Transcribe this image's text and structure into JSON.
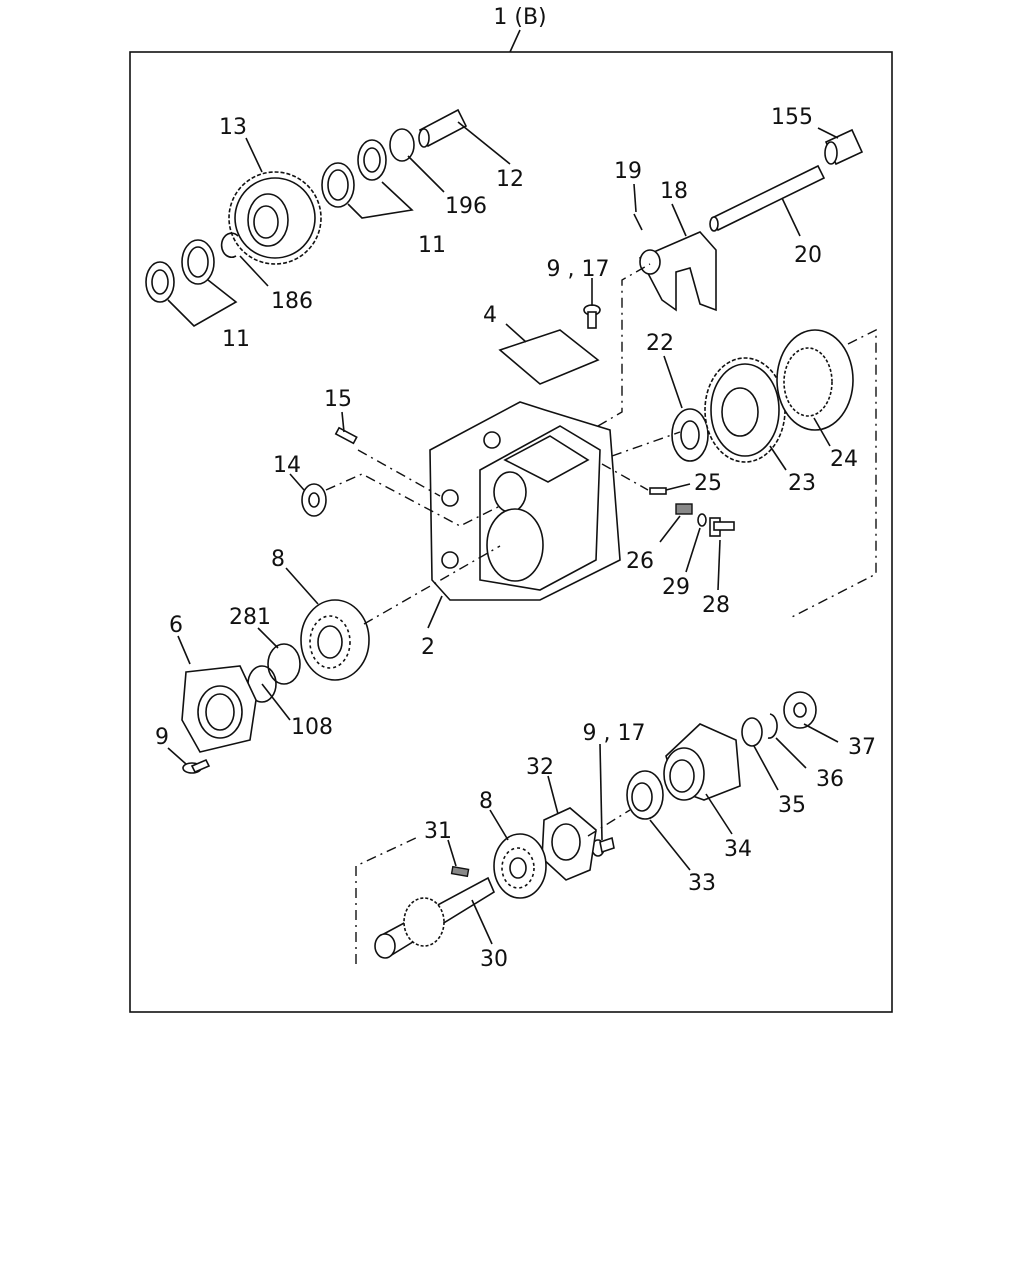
{
  "diagram": {
    "header_label": "1 (B)",
    "callouts": [
      {
        "id": "13",
        "text": "13"
      },
      {
        "id": "12",
        "text": "12"
      },
      {
        "id": "196",
        "text": "196"
      },
      {
        "id": "11a",
        "text": "11"
      },
      {
        "id": "186",
        "text": "186"
      },
      {
        "id": "11b",
        "text": "11"
      },
      {
        "id": "155",
        "text": "155"
      },
      {
        "id": "19",
        "text": "19"
      },
      {
        "id": "18",
        "text": "18"
      },
      {
        "id": "20",
        "text": "20"
      },
      {
        "id": "9_17a",
        "text": "9 , 17"
      },
      {
        "id": "4",
        "text": "4"
      },
      {
        "id": "22",
        "text": "22"
      },
      {
        "id": "15",
        "text": "15"
      },
      {
        "id": "14",
        "text": "14"
      },
      {
        "id": "24",
        "text": "24"
      },
      {
        "id": "23",
        "text": "23"
      },
      {
        "id": "25",
        "text": "25"
      },
      {
        "id": "26",
        "text": "26"
      },
      {
        "id": "29",
        "text": "29"
      },
      {
        "id": "28",
        "text": "28"
      },
      {
        "id": "8a",
        "text": "8"
      },
      {
        "id": "2",
        "text": "2"
      },
      {
        "id": "6",
        "text": "6"
      },
      {
        "id": "281",
        "text": "281"
      },
      {
        "id": "108",
        "text": "108"
      },
      {
        "id": "9",
        "text": "9"
      },
      {
        "id": "9_17b",
        "text": "9 , 17"
      },
      {
        "id": "32",
        "text": "32"
      },
      {
        "id": "37",
        "text": "37"
      },
      {
        "id": "36",
        "text": "36"
      },
      {
        "id": "35",
        "text": "35"
      },
      {
        "id": "34",
        "text": "34"
      },
      {
        "id": "8b",
        "text": "8"
      },
      {
        "id": "31",
        "text": "31"
      },
      {
        "id": "33",
        "text": "33"
      },
      {
        "id": "30",
        "text": "30"
      }
    ]
  }
}
